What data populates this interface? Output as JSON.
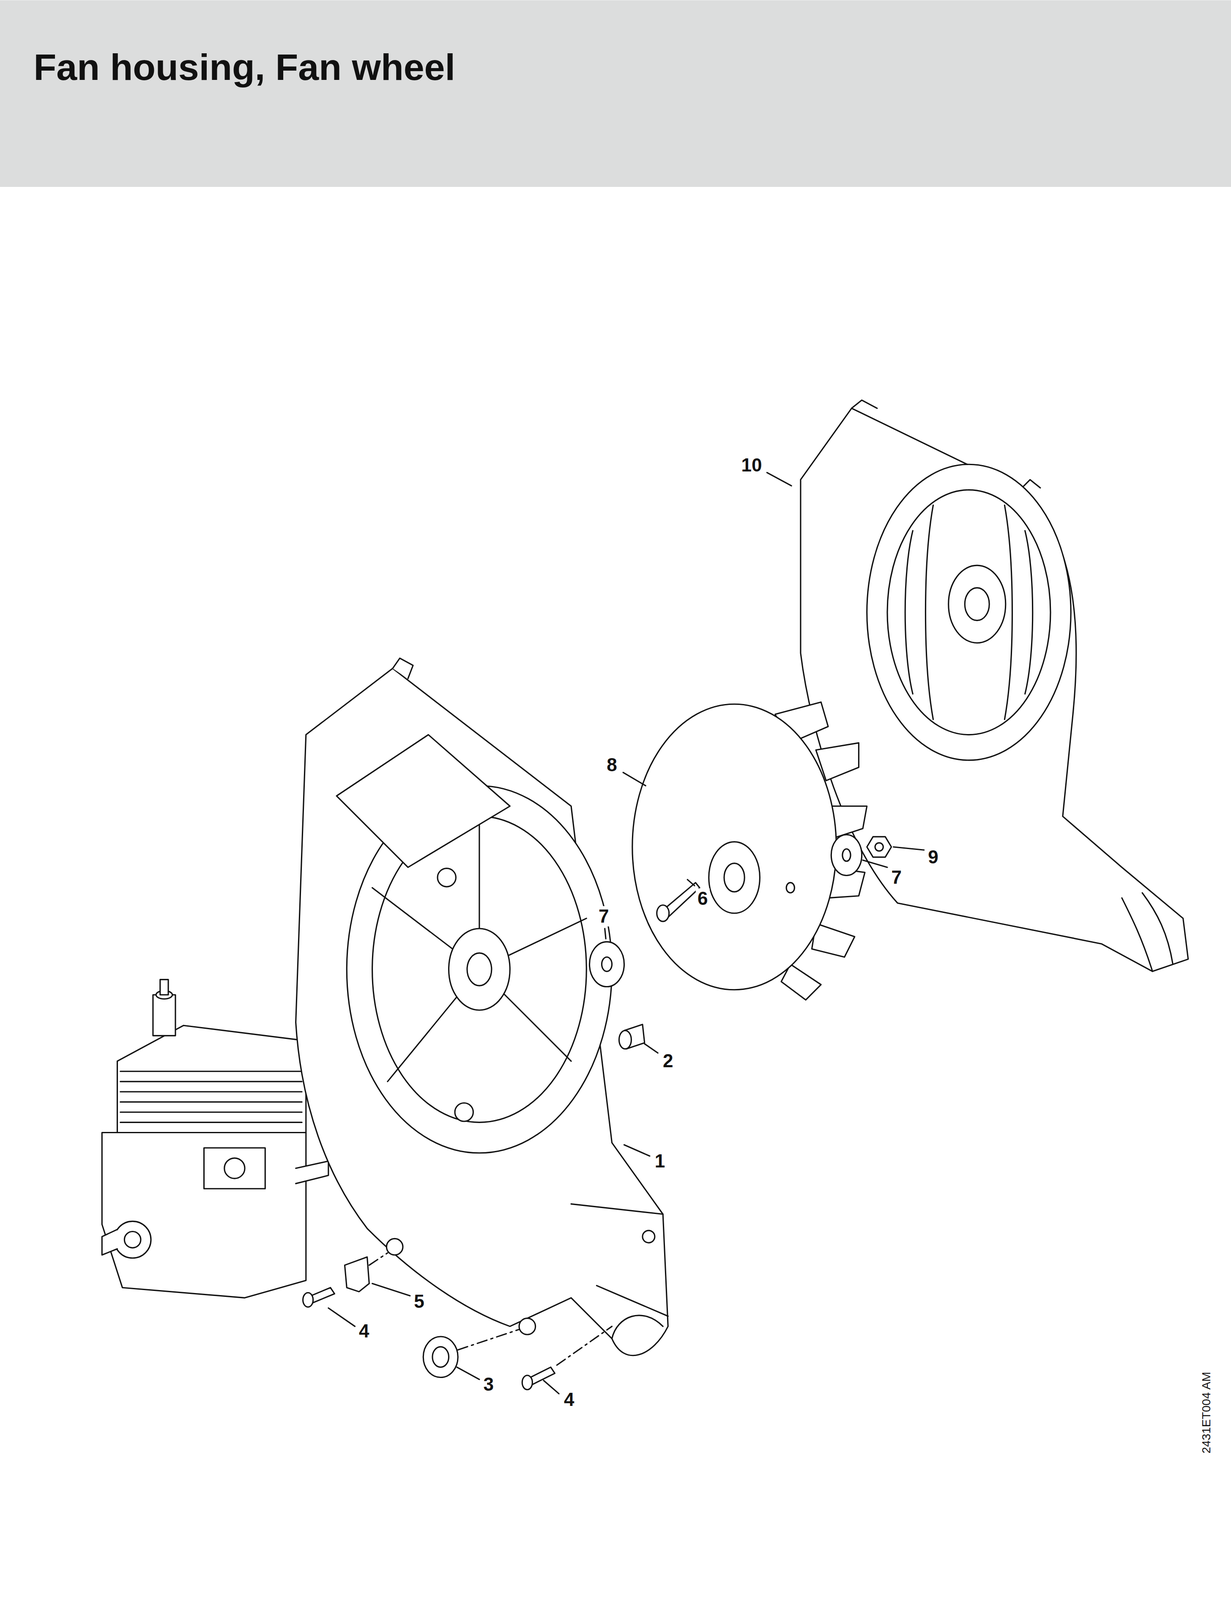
{
  "diagram": {
    "title": "Fan housing, Fan wheel",
    "labels": [
      "10",
      "8",
      "7",
      "6",
      "2",
      "7",
      "9",
      "1",
      "5",
      "4",
      "3",
      "4",
      "2431ET004 AM"
    ]
  }
}
